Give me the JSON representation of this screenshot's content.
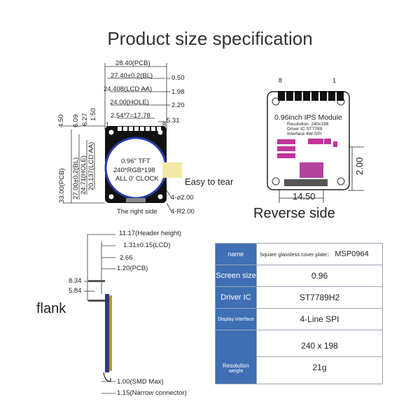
{
  "title": "Product size specification",
  "front": {
    "dims_top": [
      "28.40(PCB)",
      "27.40±0.2(BL)",
      "24.408(LCD AA)",
      "24.00(HOLE)",
      "2.54*7=17.78"
    ],
    "dims_right": [
      "0.50",
      "1.98",
      "2.20",
      "5.31"
    ],
    "dims_left_small": [
      "4.50",
      "6.09",
      "6.27",
      "1.50"
    ],
    "dims_left_vertical": [
      "33.00(PCB)",
      "27.00±0.2(BL)",
      "24.71(HOLE)",
      "20.137(LCD AA)"
    ],
    "screen_lines": [
      "0.96\" TFT",
      "240*RGB*198",
      "ALL 0' CLOCK"
    ],
    "easy_to_tear": "Easy to tear",
    "hole_dims": [
      "4-⌀2.00",
      "4-R2.00"
    ],
    "right_side": "The right side",
    "pin_marks": [
      "1",
      "8"
    ]
  },
  "reverse": {
    "pin_marks": [
      "8",
      "1"
    ],
    "module_title": "0.96inch IPS Module",
    "module_lines": [
      "Resolution: 240x198",
      "Driver IC  ST7789",
      "Interface  4W-SPI"
    ],
    "dim_width": "14.50",
    "dim_height": "2.00",
    "label": "Reverse side"
  },
  "flank": {
    "label": "flank",
    "dims": [
      "11.17(Header height)",
      "1.31±0.15(LCD)",
      "2.66",
      "1.20(PCB)",
      "1.00(SMD Max)",
      "1.15(Narrow connector)"
    ],
    "dims_left": [
      "8.34",
      "5.84"
    ]
  },
  "spec_table": [
    {
      "label": "name",
      "value": "Square glassless cover plate：",
      "model": "MSP0964"
    },
    {
      "label": "Screen size",
      "value": "0.96"
    },
    {
      "label": "Driver IC",
      "value": "ST7789H2"
    },
    {
      "label": "Display interface",
      "value": "4-Line SPI"
    },
    {
      "label": "Resolution",
      "label2": "weight",
      "value": "240 x 198",
      "value2": "21g"
    }
  ],
  "colors": {
    "table_header": "#3f6fb5",
    "pcb": "#111111",
    "lcd_border": "#2a3aa8",
    "tab": "#f3e8a8",
    "flex": "#b3419e"
  }
}
